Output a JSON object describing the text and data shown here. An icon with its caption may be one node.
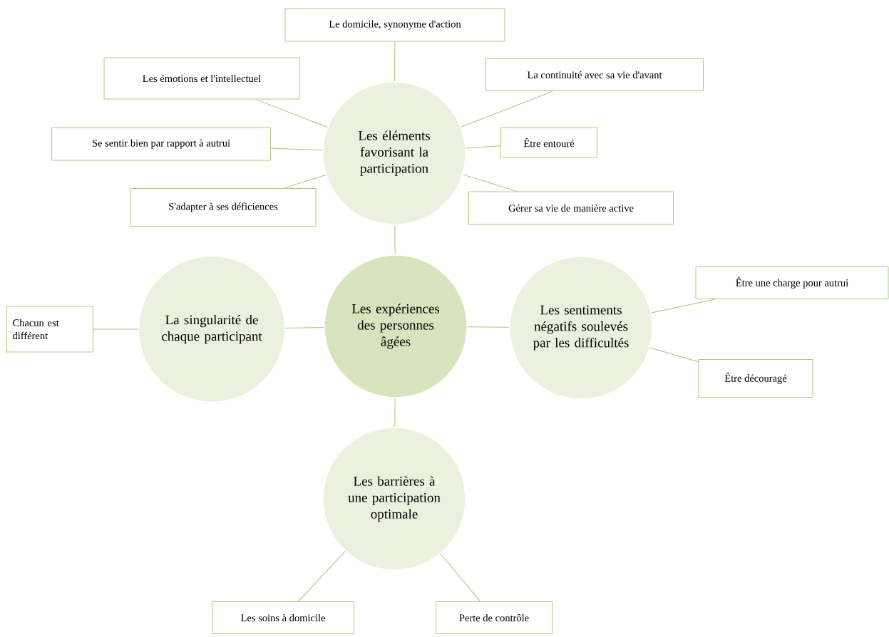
{
  "diagram": {
    "nodes": [
      {
        "text": [
          "Les expériences des personnes âgées"
        ]
      },
      {
        "text": [
          "Les éléments favorisant la participation"
        ]
      },
      {
        "text": [
          "Le domicile, synonyme d'action"
        ]
      },
      {
        "text": [
          "Les émotions et l'intellectuel"
        ]
      },
      {
        "text": [
          "La continuité avec sa vie d'avant"
        ]
      },
      {
        "text": [
          "Se sentir bien par rapport à autrui"
        ]
      },
      {
        "text": [
          "Être entouré"
        ]
      },
      {
        "text": [
          "S'adapter à ses déficiences"
        ]
      },
      {
        "text": [
          "Gérer sa vie de manière active"
        ]
      },
      {
        "text": [
          "La singularité de chaque participant"
        ]
      },
      {
        "text": [
          "Chacun est différent"
        ]
      },
      {
        "text": [
          "Les sentiments négatifs soulevés par les difficultés"
        ]
      },
      {
        "text": [
          "Être une charge pour autrui"
        ]
      },
      {
        "text": [
          "Être découragé"
        ]
      },
      {
        "text": [
          "Les barrières à une participation optimale"
        ]
      },
      {
        "text": [
          "Les soins à domicile"
        ]
      },
      {
        "text": [
          "Perte de contrôle"
        ]
      }
    ],
    "edges": [
      {
        "from": 0,
        "to": 1,
        "arrow": "none"
      },
      {
        "from": 0,
        "to": 9,
        "arrow": "none"
      },
      {
        "from": 0,
        "to": 11,
        "arrow": "none"
      },
      {
        "from": 0,
        "to": 14,
        "arrow": "none"
      },
      {
        "from": 1,
        "to": 2,
        "arrow": "none"
      },
      {
        "from": 1,
        "to": 3,
        "arrow": "none"
      },
      {
        "from": 1,
        "to": 4,
        "arrow": "none"
      },
      {
        "from": 1,
        "to": 5,
        "arrow": "none"
      },
      {
        "from": 1,
        "to": 6,
        "arrow": "none"
      },
      {
        "from": 1,
        "to": 7,
        "arrow": "none"
      },
      {
        "from": 1,
        "to": 8,
        "arrow": "none"
      },
      {
        "from": 9,
        "to": 10,
        "arrow": "none"
      },
      {
        "from": 11,
        "to": 12,
        "arrow": "none"
      },
      {
        "from": 11,
        "to": 13,
        "arrow": "none"
      },
      {
        "from": 14,
        "to": 15,
        "arrow": "none"
      },
      {
        "from": 14,
        "to": 16,
        "arrow": "none"
      }
    ]
  }
}
